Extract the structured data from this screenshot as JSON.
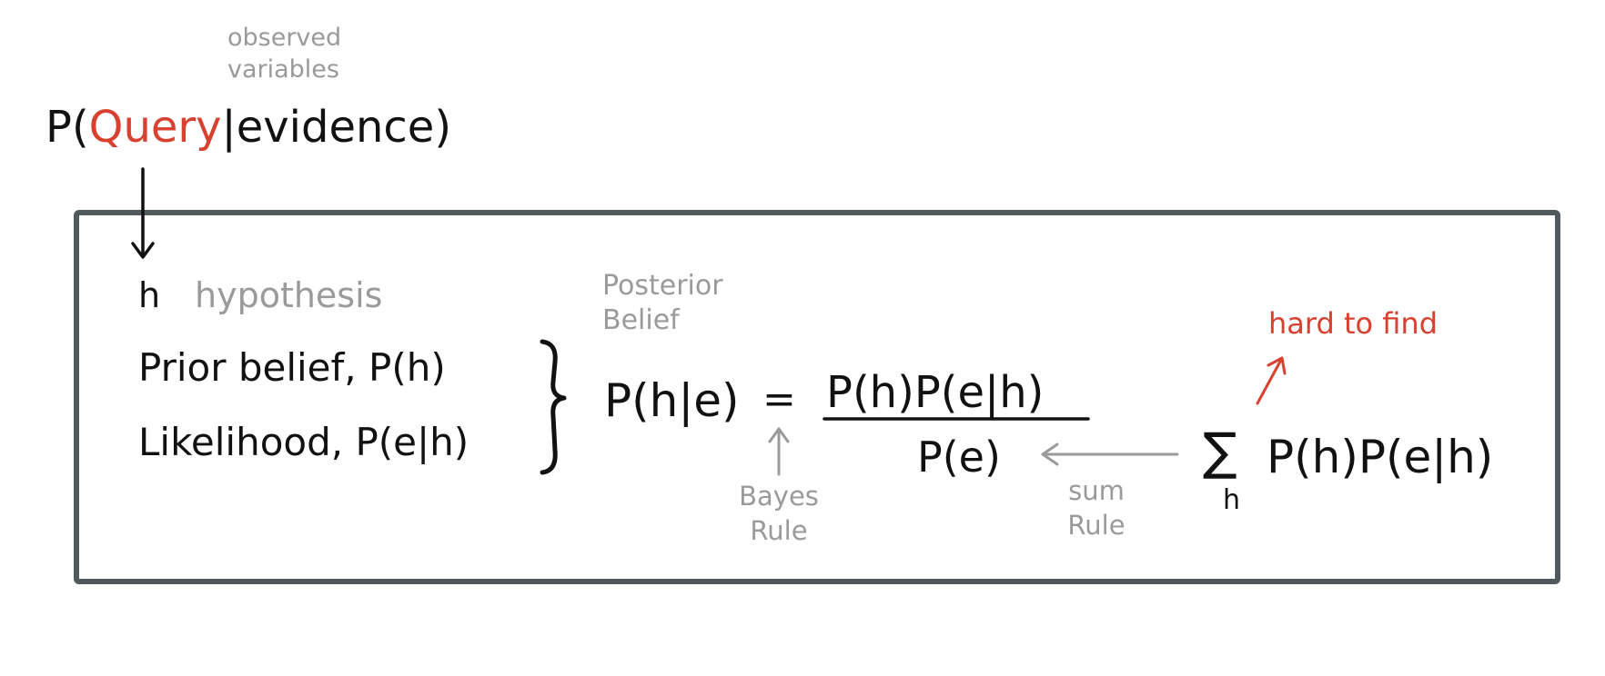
{
  "query": {
    "prefix": "P(",
    "query_word": "Query",
    "bar": "|",
    "evidence_word": "evidence",
    "suffix": ")"
  },
  "observed_label": {
    "line1": "observed",
    "line2": "variables"
  },
  "left_column": {
    "h_letter": "h",
    "h_word": "hypothesis",
    "prior": "Prior belief, P(h)",
    "likelihood": "Likelihood, P(e|h)"
  },
  "posterior_label": {
    "line1": "Posterior",
    "line2": "Belief"
  },
  "bayes": {
    "lhs": "P(h|e)",
    "equals": "=",
    "numerator": "P(h)P(e|h)",
    "denominator": "P(e)"
  },
  "bayes_rule_label": {
    "line1": "Bayes",
    "line2": "Rule"
  },
  "sum_rule_label": {
    "line1": "sum",
    "line2": "Rule"
  },
  "marginal": {
    "sigma": "∑",
    "subscript": "h",
    "expression": "P(h)P(e|h)"
  },
  "hard_label": "hard to find",
  "colors": {
    "ink": "#111111",
    "annotation_gray": "#9a9a9a",
    "accent_red": "#d8412f",
    "box_border": "#4f5a5c"
  }
}
